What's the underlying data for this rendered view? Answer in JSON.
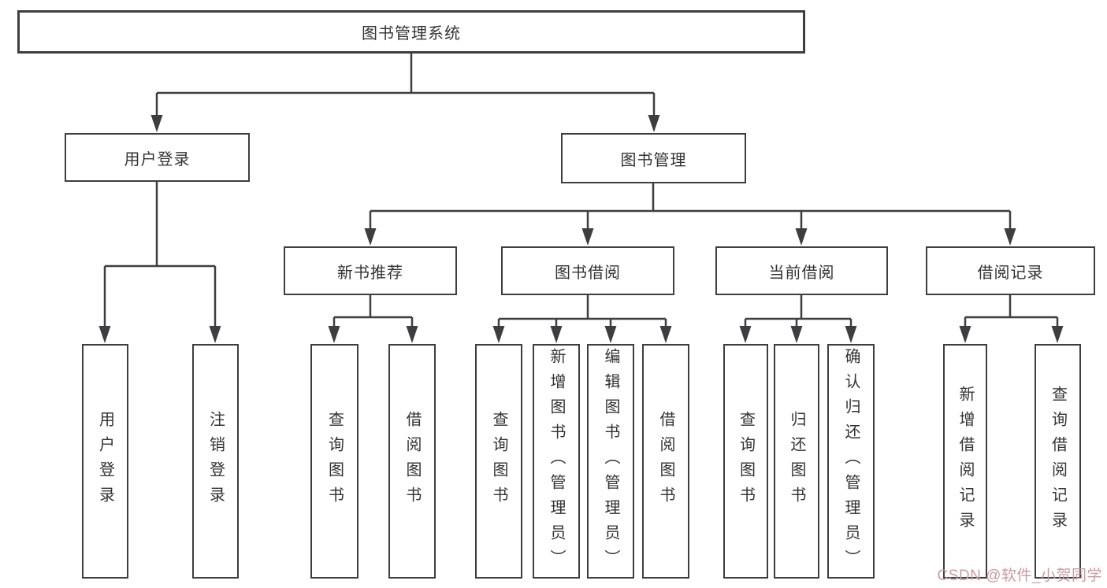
{
  "tree": {
    "label": "图书管理系统",
    "children": [
      {
        "label": "用户登录",
        "children": [
          {
            "label": "用户登录"
          },
          {
            "label": "注销登录"
          }
        ]
      },
      {
        "label": "图书管理",
        "children": [
          {
            "label": "新书推荐",
            "children": [
              {
                "label": "查询图书"
              },
              {
                "label": "借阅图书"
              }
            ]
          },
          {
            "label": "图书借阅",
            "children": [
              {
                "label": "查询图书"
              },
              {
                "label": "新增图书（管理员）"
              },
              {
                "label": "编辑图书（管理员）"
              },
              {
                "label": "借阅图书"
              }
            ]
          },
          {
            "label": "当前借阅",
            "children": [
              {
                "label": "查询图书"
              },
              {
                "label": "归还图书"
              },
              {
                "label": "确认归还（管理员）"
              }
            ]
          },
          {
            "label": "借阅记录",
            "children": [
              {
                "label": "新增借阅记录"
              },
              {
                "label": "查询借阅记录"
              }
            ]
          }
        ]
      }
    ]
  },
  "watermark": {
    "text": "CSDN @软件_小贺同学",
    "color": "#c89ba1"
  },
  "colors": {
    "line": "#3e3e40",
    "box_border": "#3e3e40",
    "text": "#333333",
    "background": "#ffffff"
  }
}
